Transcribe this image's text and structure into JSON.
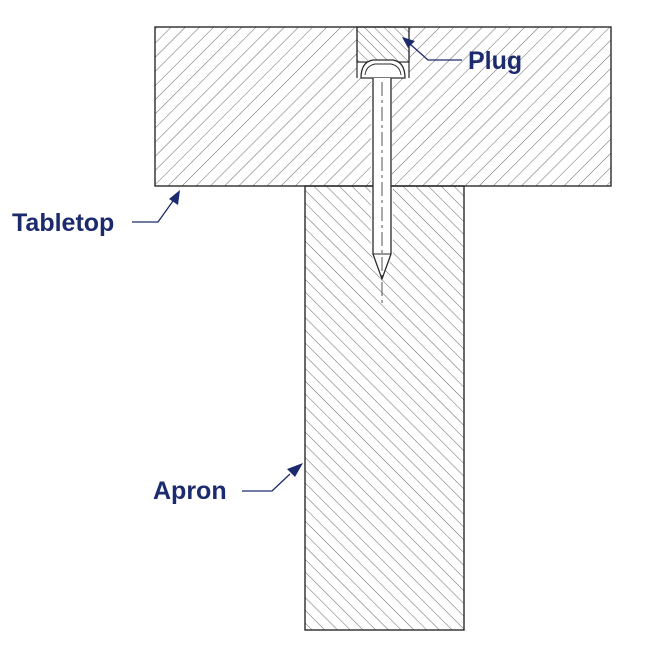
{
  "labels": {
    "plug": "Plug",
    "tabletop": "Tabletop",
    "apron": "Apron"
  },
  "colors": {
    "label": "#1c2a6e",
    "leader": "#1c2a6e",
    "outline": "#2a2a2a",
    "hatch": "#555555",
    "background": "#ffffff"
  }
}
